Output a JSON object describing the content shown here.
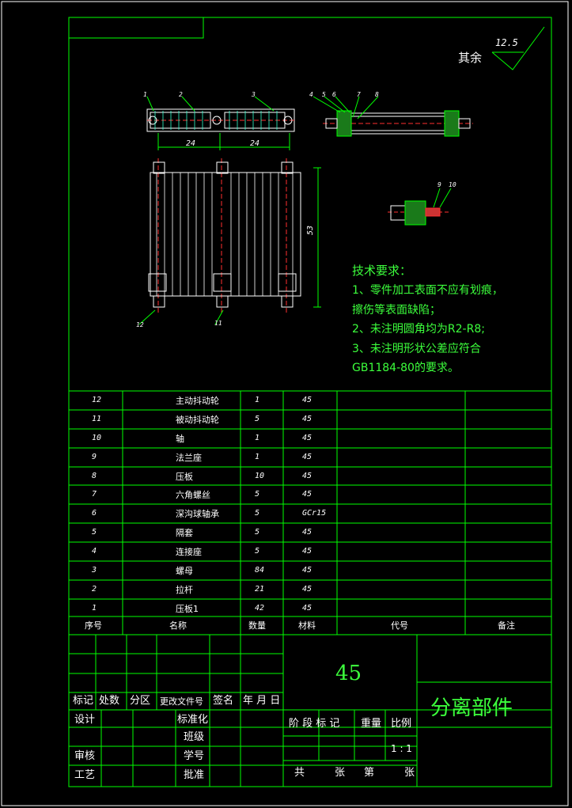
{
  "surface_roughness": {
    "prefix": "其余",
    "value": "12.5"
  },
  "tech_requirements": {
    "heading": "技术要求：",
    "line1": "1、零件加工表面不应有划痕，",
    "line2": "擦伤等表面缺陷；",
    "line3": "2、未注明圆角均为R2-R8;",
    "line4": "3、未注明形状公差应符合",
    "line5": "GB1184-80的要求。"
  },
  "view_labels": {
    "top_callouts": [
      "1",
      "2",
      "3"
    ],
    "side_callouts": [
      "4",
      "5",
      "6",
      "7",
      "8"
    ],
    "detail_callouts": [
      "9",
      "10"
    ],
    "bottom_callouts": [
      "12",
      "11"
    ],
    "dim_24a": "24",
    "dim_24b": "24",
    "dim_53": "53"
  },
  "bom": {
    "headers": [
      "序号",
      "名称",
      "数量",
      "材料",
      "代号",
      "备注"
    ],
    "rows": [
      {
        "no": "12",
        "name": "主动抖动轮",
        "qty": "1",
        "mat": "45"
      },
      {
        "no": "11",
        "name": "被动抖动轮",
        "qty": "5",
        "mat": "45"
      },
      {
        "no": "10",
        "name": "轴",
        "qty": "1",
        "mat": "45"
      },
      {
        "no": "9",
        "name": "法兰座",
        "qty": "1",
        "mat": "45"
      },
      {
        "no": "8",
        "name": "压板",
        "qty": "10",
        "mat": "45"
      },
      {
        "no": "7",
        "name": "六角螺丝",
        "qty": "5",
        "mat": "45"
      },
      {
        "no": "6",
        "name": "深沟球轴承",
        "qty": "5",
        "mat": "GCr15"
      },
      {
        "no": "5",
        "name": "隔套",
        "qty": "5",
        "mat": "45"
      },
      {
        "no": "4",
        "name": "连接座",
        "qty": "5",
        "mat": "45"
      },
      {
        "no": "3",
        "name": "螺母",
        "qty": "84",
        "mat": "45"
      },
      {
        "no": "2",
        "name": "拉杆",
        "qty": "21",
        "mat": "45"
      },
      {
        "no": "1",
        "name": "压板1",
        "qty": "42",
        "mat": "45"
      }
    ]
  },
  "title_block": {
    "material": "45",
    "drawing_name": "分离部件",
    "rev_headers": [
      "标记",
      "处数",
      "分区",
      "更改文件号",
      "签名",
      "年 月 日"
    ],
    "left_labels": [
      "设计",
      "审核",
      "工艺"
    ],
    "mid_labels": [
      "标准化",
      "班级",
      "学号",
      "批准"
    ],
    "stage_labels": [
      "阶 段 标 记",
      "重量",
      "比例"
    ],
    "scale": "1 : 1",
    "sheet_labels": [
      "共",
      "张",
      "第",
      "张"
    ]
  }
}
